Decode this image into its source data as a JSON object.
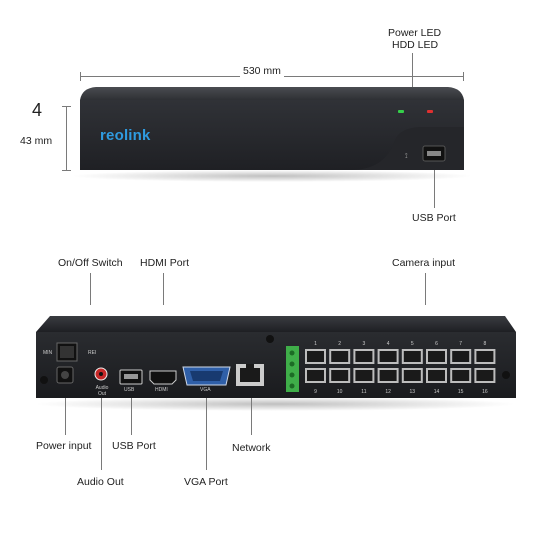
{
  "dimensions": {
    "width": "530 mm",
    "height_label_big": "4",
    "height": "43 mm"
  },
  "front": {
    "brand": "reolink",
    "led_labels": [
      "Power LED",
      "HDD LED"
    ],
    "usb_label": "USB Port"
  },
  "back": {
    "callouts_top": [
      "On/Off Switch",
      "HDMI Port",
      "Camera input"
    ],
    "callouts_bottom": [
      "Power input",
      "USB Port",
      "Network",
      "Audio Out",
      "VGA Port"
    ],
    "panel_text": {
      "switch_min": "MIN",
      "switch_rei": "REI",
      "audio": "Audio Out",
      "usb": "USB",
      "hdmi": "HDMI",
      "vga": "VGA",
      "poe_top": [
        "1",
        "2",
        "3",
        "4",
        "5",
        "6",
        "7",
        "8"
      ],
      "poe_bottom": [
        "9",
        "10",
        "11",
        "12",
        "13",
        "14",
        "15",
        "16"
      ]
    }
  },
  "colors": {
    "device_body": "#2b2d31",
    "device_edge": "#16171a",
    "brand_blue": "#2f9be0",
    "led_green": "#35d04a",
    "led_red": "#e03030",
    "terminal_green": "#3fae49",
    "vga_blue": "#2f5fa8"
  }
}
